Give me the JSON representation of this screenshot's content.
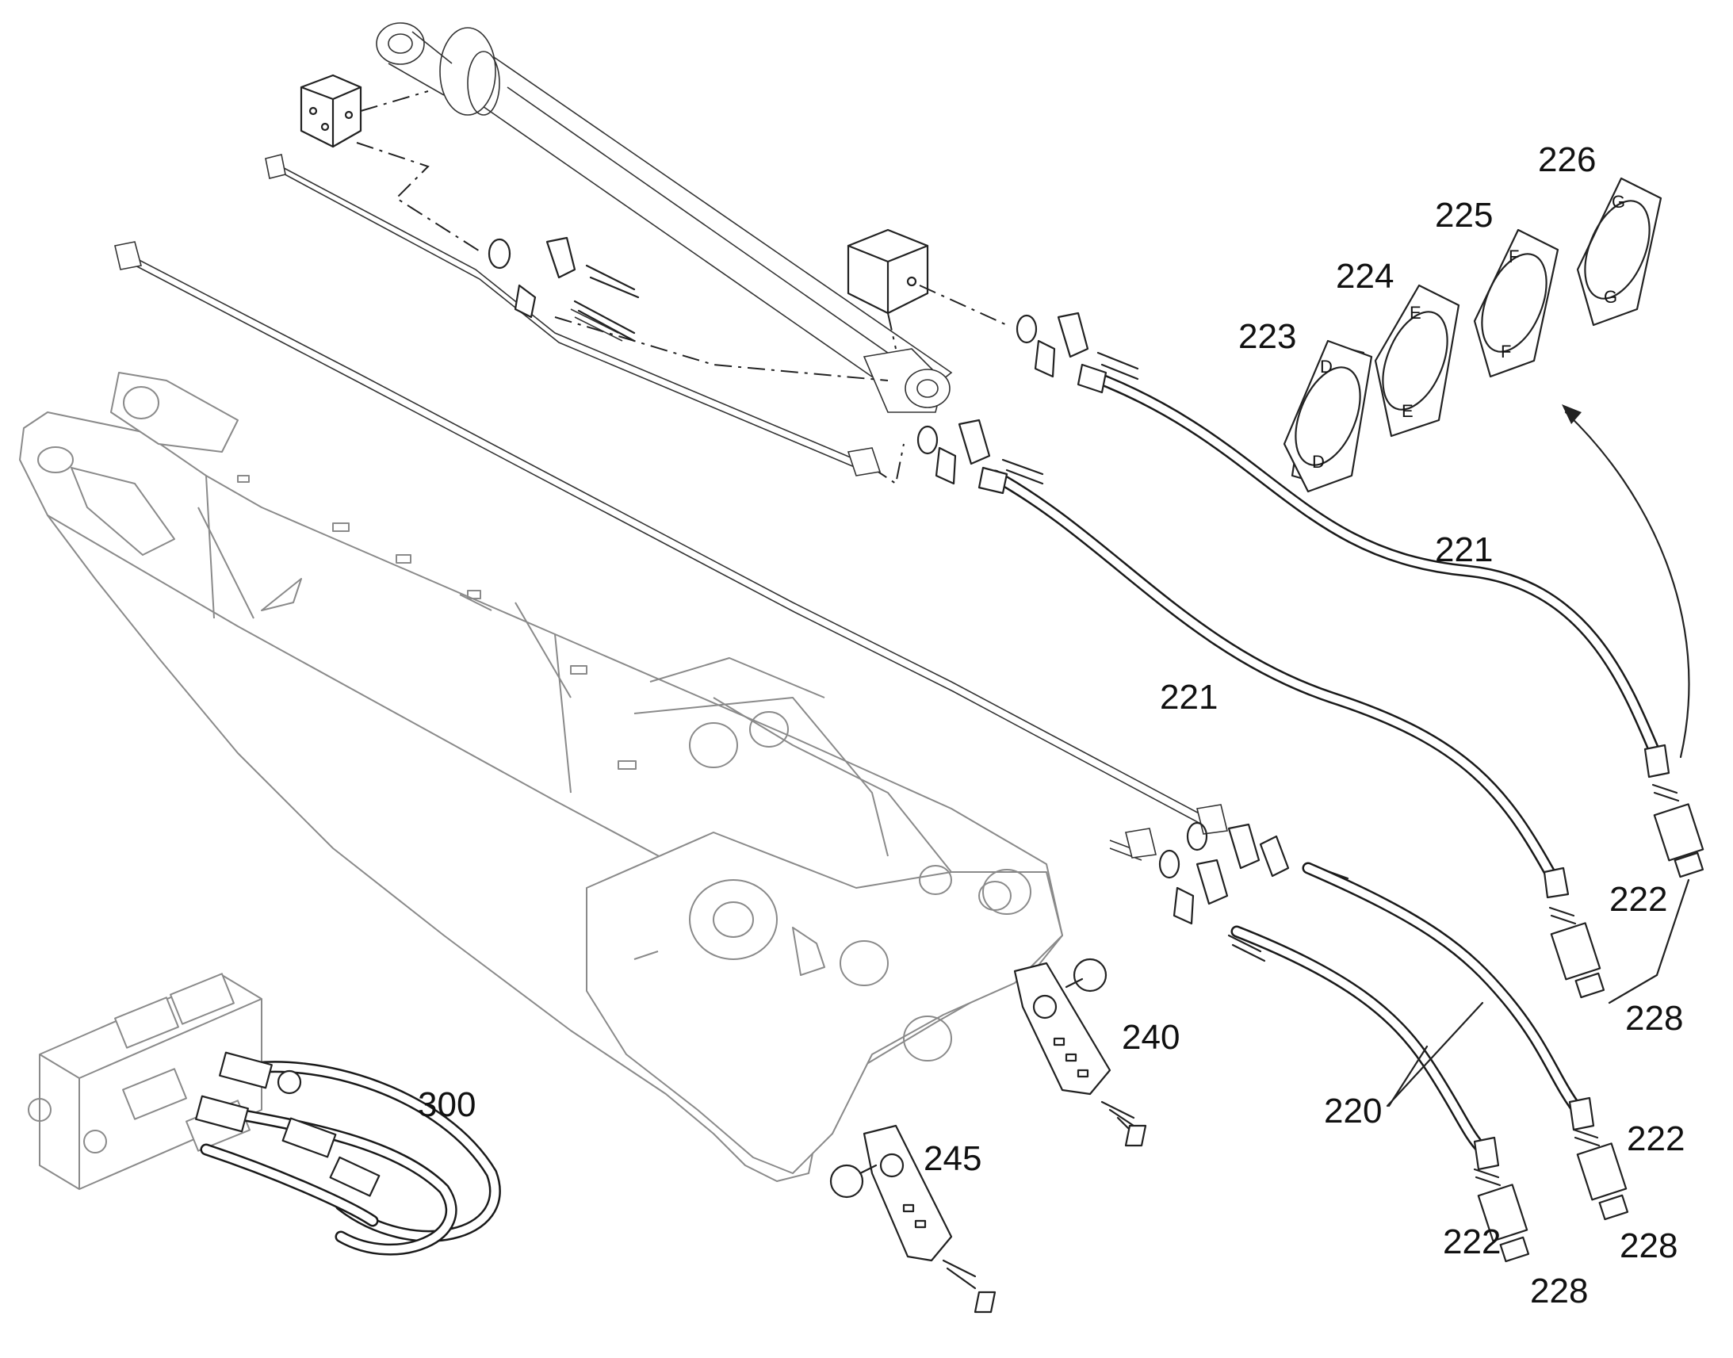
{
  "callouts": {
    "p220": "220",
    "p221_upper": "221",
    "p221_lower": "221",
    "p222_a": "222",
    "p222_b": "222",
    "p222_c": "222",
    "p223": "223",
    "p224": "224",
    "p225": "225",
    "p226": "226",
    "p228_a": "228",
    "p228_b": "228",
    "p228_c": "228",
    "p240": "240",
    "p245": "245",
    "p300": "300"
  },
  "plate_letters": {
    "p223": "D",
    "p224": "E",
    "p225": "F",
    "p226": "G"
  }
}
